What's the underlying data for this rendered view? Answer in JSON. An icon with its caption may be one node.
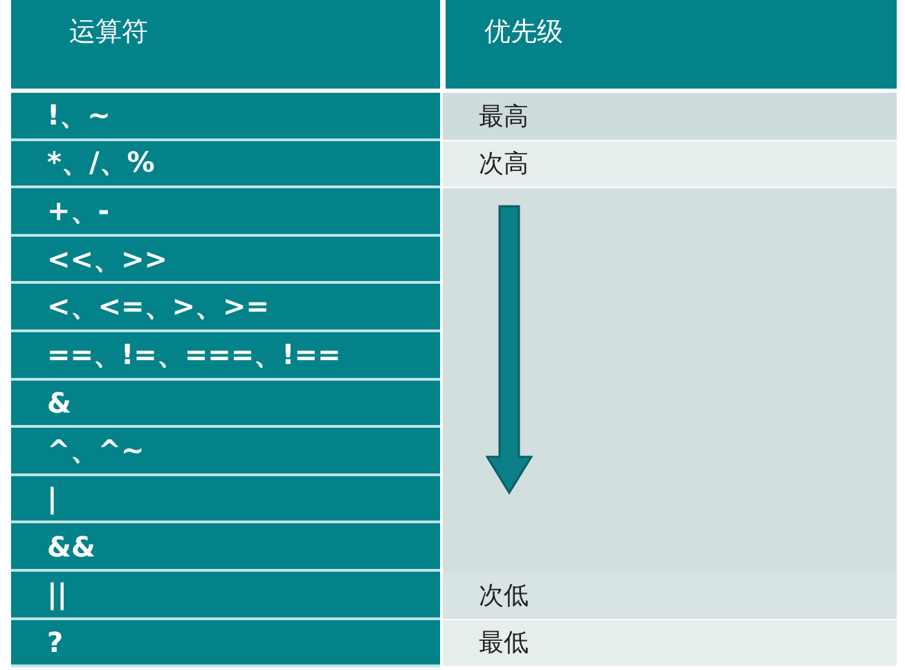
{
  "diagram": {
    "labels": [
      "运算符",
      "优先级",
      "!、~",
      "最高",
      "*、/、%",
      "次高",
      "+、-",
      "<<、>>",
      "<、<=、>、>=",
      "==、!=、===、!==",
      "&",
      "^、^~",
      "|",
      "&&",
      "||",
      "次低",
      "?",
      "最低"
    ]
  }
}
